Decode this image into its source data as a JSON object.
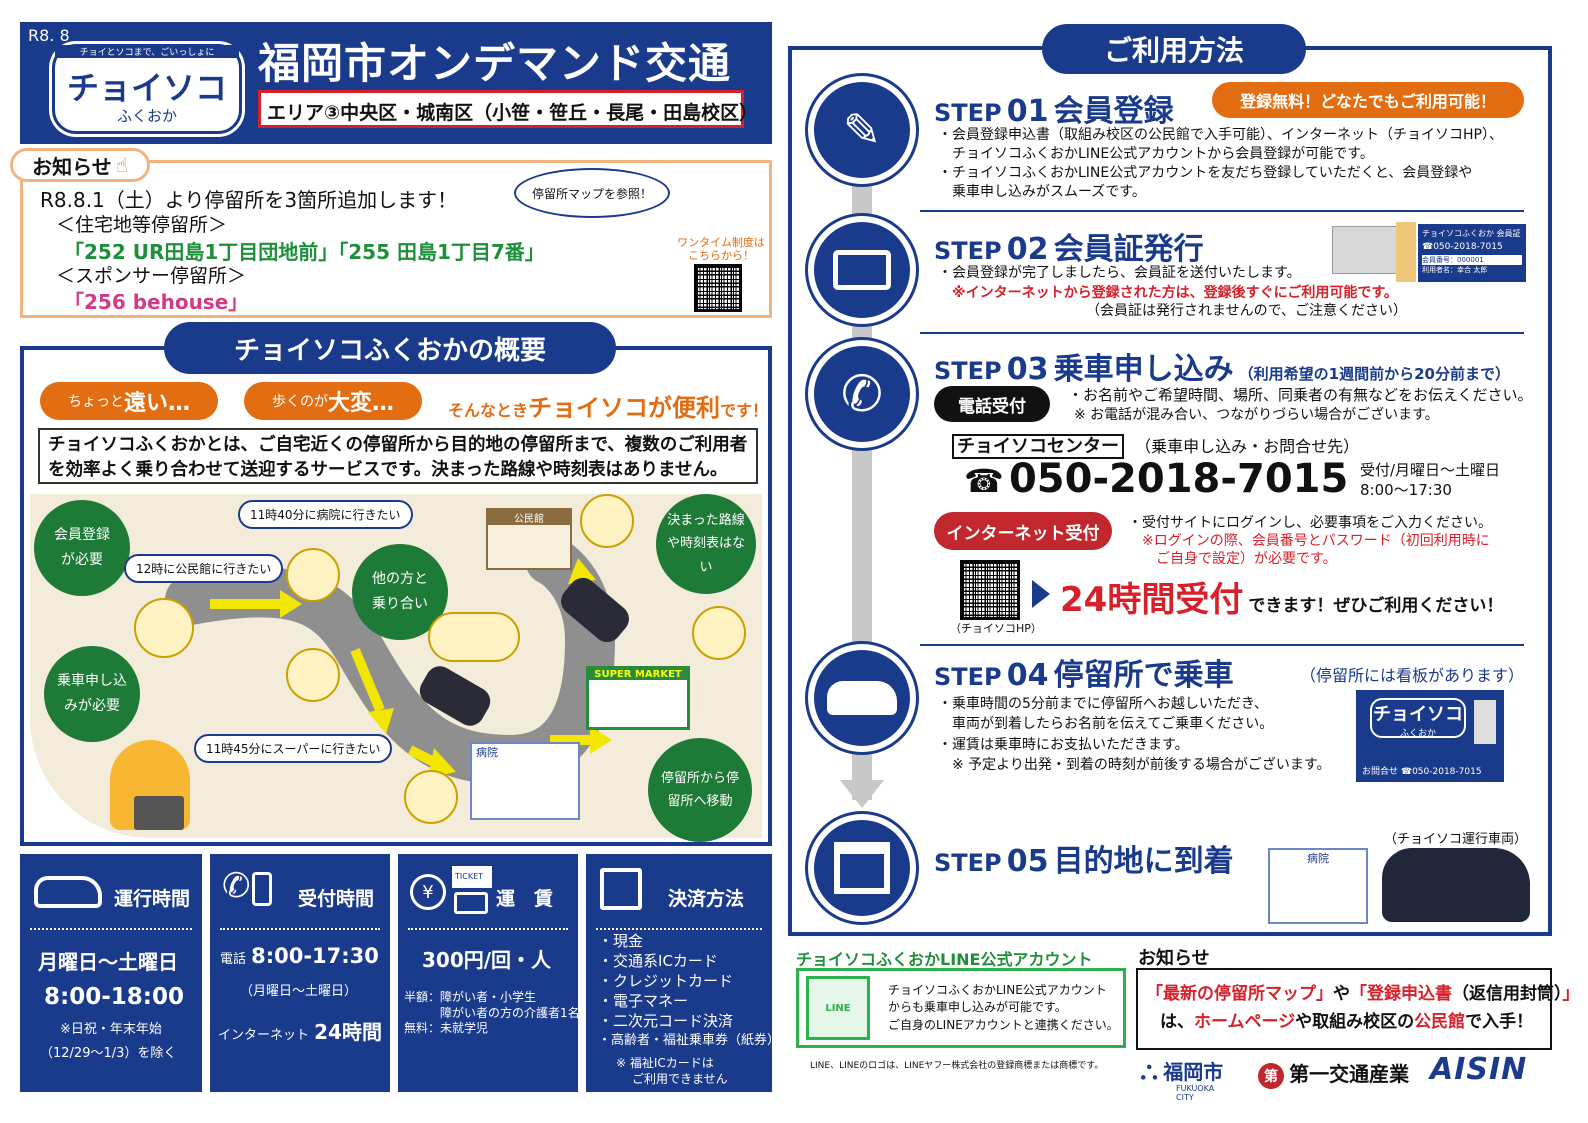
{
  "header": {
    "edition": "R8. 8",
    "logo_sub": "チョイとソコまで、ごいっしょに",
    "logo_main": "チョイソコ",
    "logo_city": "ふくおか",
    "title": "福岡市オンデマンド交通",
    "area": "エリア③中央区・城南区（小笹・笹丘・長尾・田島校区）"
  },
  "notice": {
    "tab": "お知らせ",
    "line1": "R8.8.1（土）より停留所を3箇所追加します！",
    "cat1": "＜住宅地等停留所＞",
    "stops1": "「252 UR田島1丁目団地前」「255 田島1丁目7番」",
    "cat2": "＜スポンサー停留所＞",
    "stops2": "「256 behouse」",
    "map_bubble": "停留所マップを参照！",
    "onetime": "ワンタイム制度はこちらから！"
  },
  "overview": {
    "title": "チョイソコふくおかの概要",
    "tag1_small": "ちょっと",
    "tag1_big": "遠い…",
    "tag2_small": "歩くのが",
    "tag2_big": "大変…",
    "slogan_pre": "そんなとき",
    "slogan_big": "チョイソコが便利",
    "slogan_post": "です！",
    "desc": "チョイソコふくおかとは、ご自宅近くの停留所から目的地の停留所まで、複数のご利用者を効率よく乗り合わせて送迎するサービスです。決まった路線や時刻表はありません。",
    "c_member": "会員登録が必要",
    "c_apply": "乗車申し込みが必要",
    "c_share": "他の方と乗り合い",
    "c_noroute": "決まった路線や時刻表はない",
    "c_stop": "停留所から停留所へ移動",
    "b1": "11時40分に病院に行きたい",
    "b2": "12時に公民館に行きたい",
    "b3": "11時45分にスーパーに行きたい",
    "hall": "公民館",
    "market": "SUPER MARKET",
    "hospital": "病院"
  },
  "info": {
    "hours_title": "運行時間",
    "hours_days": "月曜日～土曜日",
    "hours_time": "8:00-18:00",
    "hours_note1": "※日祝・年末年始",
    "hours_note2": "（12/29～1/3）を除く",
    "reception_title": "受付時間",
    "reception_phone_label": "電話",
    "reception_phone": "8:00-17:30",
    "reception_days": "（月曜日～土曜日）",
    "reception_net_label": "インターネット",
    "reception_net": "24時間",
    "fare_badge": "TICKET",
    "fare_title": "運　賃",
    "fare_price": "300円/回・人",
    "fare_half_label": "半額：",
    "fare_half": "障がい者・小学生",
    "fare_half2": "障がい者の方の介護者1名",
    "fare_free": "無料：未就学児",
    "pay_title": "決済方法",
    "pay_items": [
      "現金",
      "交通系ICカード",
      "クレジットカード",
      "電子マネー",
      "二次元コード決済",
      "高齢者・福祉乗車券（紙券）"
    ],
    "pay_note1": "※ 福祉ICカードは",
    "pay_note2": "ご利用できません"
  },
  "usage": {
    "title": "ご利用方法",
    "s1_label": "STEP",
    "s1_no": "01",
    "s1_title": "会員登録",
    "s1_badge": "登録無料！どなたでもご利用可能！",
    "s1_t1": "・会員登録申込書（取組み校区の公民館で入手可能）、インターネット（チョイソコHP）、",
    "s1_t2": "チョイソコふくおかLINE公式アカウントから会員登録が可能です。",
    "s1_t3": "・チョイソコふくおかLINE公式アカウントを友だち登録していただくと、会員登録や",
    "s1_t4": "乗車申し込みがスムーズです。",
    "s2_no": "02",
    "s2_title": "会員証発行",
    "s2_t1": "・会員登録が完了しましたら、会員証を送付いたします。",
    "s2_t2": "※インターネットから登録された方は、登録後すぐにご利用可能です。",
    "s2_t3": "（会員証は発行されませんので、ご注意ください）",
    "card_title": "チョイソコふくおか 会員証",
    "card_phone": "☎050-2018-7015",
    "card_no": "会員番号：000001",
    "card_name": "利用者名：幸合 太郎",
    "s3_no": "03",
    "s3_title": "乗車申し込み",
    "s3_note": "（利用希望の1週間前から20分前まで）",
    "s3_phone_tag": "電話受付",
    "s3_p1": "・お名前やご希望時間、場所、同乗者の有無などをお伝えください。",
    "s3_p2": "※ お電話が混み合い、つながりづらい場合がございます。",
    "center": "チョイソコセンター",
    "center_note": "（乗車申し込み・お問合せ先）",
    "phone": "050-2018-7015",
    "phone_hours1": "受付/月曜日～土曜日",
    "phone_hours2": "8:00～17:30",
    "net_tag": "インターネット受付",
    "n1": "・受付サイトにログインし、必要事項をご入力ください。",
    "n2": "※ログインの際、会員番号とパスワード（初回利用時に",
    "n3": "ご自身で設定）が必要です。",
    "big24": "24時間受付",
    "big24_post": "できます！ぜひご利用ください！",
    "qr_label": "（チョイソコHP）",
    "s4_no": "04",
    "s4_title": "停留所で乗車",
    "s4_note": "（停留所には看板があります）",
    "s4_t1": "・乗車時間の5分前までに停留所へお越しいただき、",
    "s4_t2": "車両が到着したらお名前を伝えてご乗車ください。",
    "s4_t3": "・運賃は乗車時にお支払いただきます。",
    "s4_t4": "※ 予定より出発・到着の時刻が前後する場合がございます。",
    "sign_main": "チョイソコ",
    "sign_sub": "ふくおか",
    "sign_phone": "お問合せ ☎050-2018-7015",
    "s5_no": "05",
    "s5_title": "目的地に到着",
    "s5_hospital": "病院",
    "vehicle": "（チョイソコ運行車両）"
  },
  "line": {
    "title": "チョイソコふくおかLINE公式アカウント",
    "t1": "チョイソコふくおかLINE公式アカウント",
    "t2": "からも乗車申し込みが可能です。",
    "t3": "ご自身のLINEアカウントと連携ください。",
    "qr_label": "LINE",
    "trademark": "LINE、LINEのロゴは、LINEヤフー株式会社の登録商標または商標です。"
  },
  "bottom_notice": {
    "title": "お知らせ",
    "l1a": "「最新の停留所マップ」",
    "l1b": "や",
    "l1c": "「登録申込書",
    "l1d": "（返信用封筒）",
    "l1e": "」",
    "l2a": "は、",
    "l2b": "ホームページ",
    "l2c": "や取組み校区の",
    "l2d": "公民館",
    "l2e": "で入手！"
  },
  "sponsors": {
    "fukuoka": "福岡市",
    "fukuoka_en": "FUKUOKA CITY",
    "daiichi_mark": "第",
    "daiichi": "第一交通産業",
    "aisin": "AISIN"
  },
  "colors": {
    "navy": "#1a3a8c",
    "orange": "#e26d12",
    "red": "#d8202a",
    "green": "#1e7a37",
    "pink": "#d23c86"
  }
}
